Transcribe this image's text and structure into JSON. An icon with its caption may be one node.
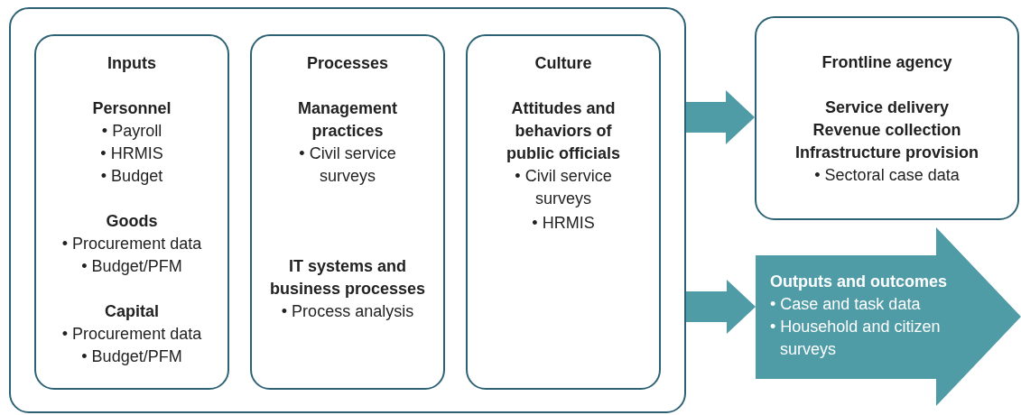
{
  "diagram": {
    "nodes": [
      {
        "text": [],
        "shape": "box"
      },
      {
        "text": [
          "Inputs",
          "Personnel",
          "• Payroll",
          "• HRMIS",
          "• Budget",
          "Goods",
          "• Procurement data",
          "• Budget/PFM",
          "Capital",
          "• Procurement data",
          "• Budget/PFM"
        ],
        "in": 0
      },
      {
        "text": [
          "Processes",
          "Management practices",
          "• Civil service surveys",
          "IT systems and business processes",
          "• Process analysis"
        ],
        "in": 0
      },
      {
        "text": [
          "Culture",
          "Attitudes and behaviors of public officials",
          "• Civil service surveys",
          "• HRMIS"
        ],
        "in": 0
      },
      {
        "text": [
          "Frontline agency",
          "Service delivery",
          "Revenue collection",
          "Infrastructure provision",
          "• Sectoral case data"
        ]
      },
      {
        "text": [
          "Outputs and outcomes",
          "• Case and task data",
          "• Household and citizen surveys"
        ]
      }
    ],
    "edges": [
      {
        "from": 0,
        "to": 4,
        "arrow": "to"
      },
      {
        "from": 0,
        "to": 5,
        "arrow": "to"
      }
    ]
  }
}
